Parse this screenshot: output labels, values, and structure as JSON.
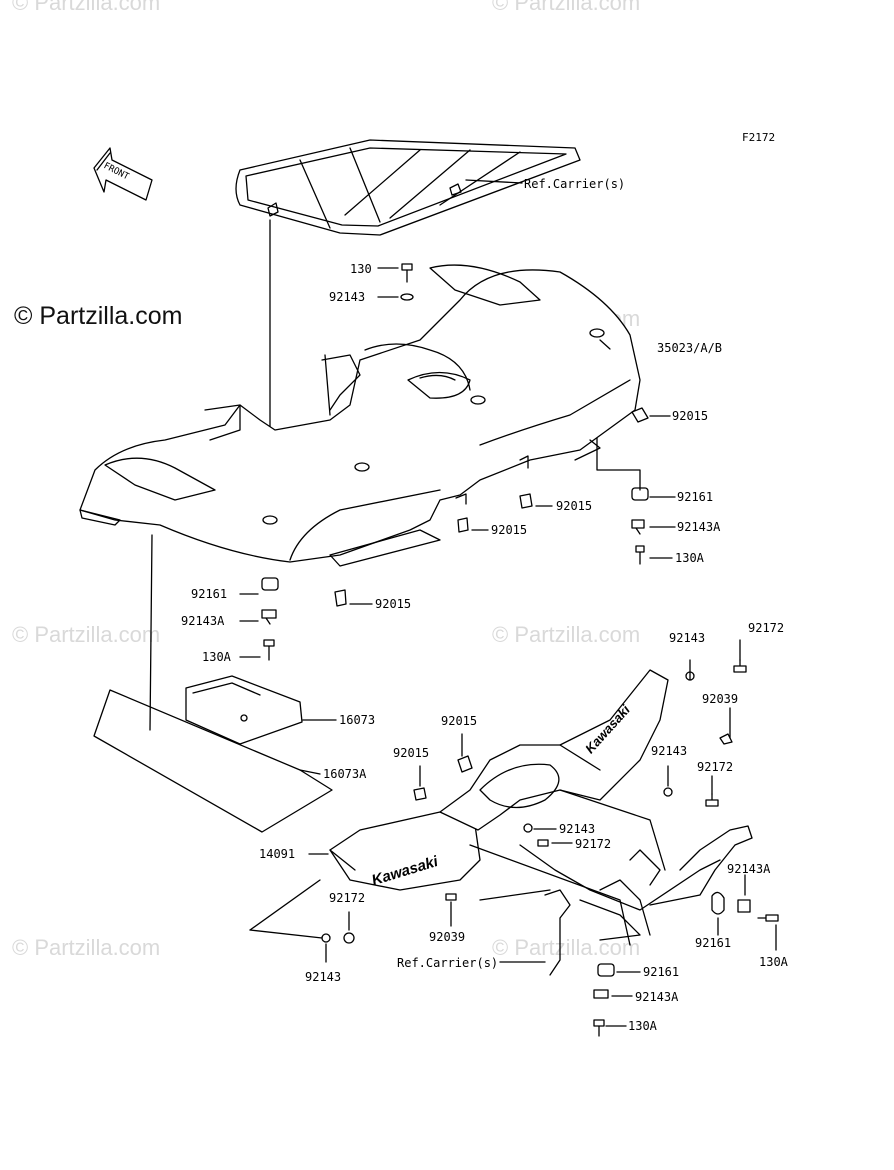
{
  "figure_code": "F2172",
  "brand_text": "© Partzilla.com",
  "watermark_text": "© Partzilla.com",
  "front_arrow_label": "FRONT",
  "emblem_text": "Kawasaki",
  "labels": {
    "ref_carrier_top": "Ref.Carrier(s)",
    "p130_top": "130",
    "p92143_top": "92143",
    "p35023": "35023/A/B",
    "p92015_r1": "92015",
    "p92015_r2": "92015",
    "p92015_r3": "92015",
    "p92161_r": "92161",
    "p92143A_r": "92143A",
    "p130A_r": "130A",
    "p92161_l": "92161",
    "p92143A_l": "92143A",
    "p130A_l": "130A",
    "p92015_l": "92015",
    "p16073": "16073",
    "p16073A": "16073A",
    "p92143_f1": "92143",
    "p92172_f1": "92172",
    "p92039_f1": "92039",
    "p92143_f2": "92143",
    "p92172_f2": "92172",
    "p92015_f1": "92015",
    "p92015_f2": "92015",
    "p92143_f3": "92143",
    "p92172_f3": "92172",
    "p14091": "14091",
    "p92172_f4": "92172",
    "p92039_f2": "92039",
    "p92143_f4": "92143",
    "ref_carrier_bottom": "Ref.Carrier(s)",
    "p92161_f": "92161",
    "p92143A_f1": "92143A",
    "p130A_f1": "130A",
    "p92143A_f2": "92143A",
    "p92161_f2": "92161",
    "p130A_f2": "130A"
  }
}
